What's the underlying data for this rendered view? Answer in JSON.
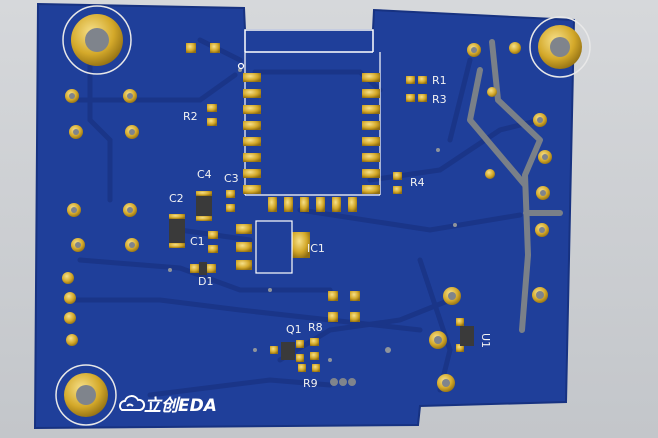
{
  "board": {
    "color": "#1f3f9a",
    "dark_color": "#16307c",
    "pad_color": "#d4a92a",
    "silk_color": "#f2f2f2"
  },
  "labels": {
    "r1": "R1",
    "r3": "R3",
    "r2": "R2",
    "r4": "R4",
    "c4": "C4",
    "c3": "C3",
    "c2": "C2",
    "c1": "C1",
    "d1": "D1",
    "ic1": "IC1",
    "q1": "Q1",
    "r8": "R8",
    "r9": "R9",
    "u1": "U1"
  },
  "logo": {
    "text": "立创EDA",
    "icon": "cloud-icon"
  }
}
